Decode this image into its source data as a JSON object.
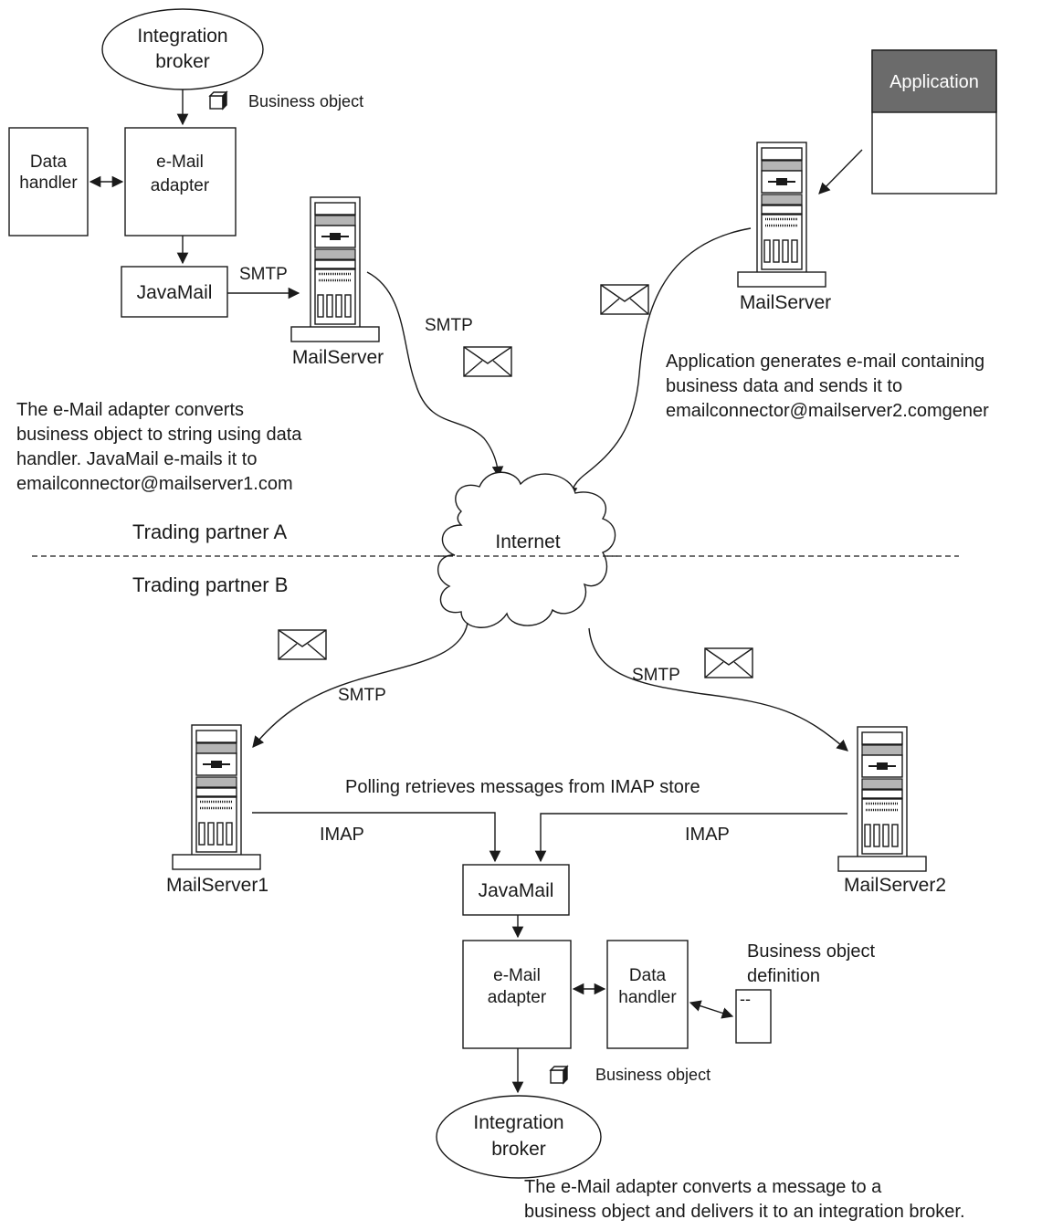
{
  "top": {
    "broker": [
      "Integration",
      "broker"
    ],
    "business_object": "Business object",
    "data_handler": [
      "Data",
      "handler"
    ],
    "email_adapter": [
      "e-Mail",
      "adapter"
    ],
    "javamail": "JavaMail",
    "smtp_a": "SMTP",
    "smtp_b": "SMTP",
    "mailserver": "MailServer",
    "description": [
      "The e-Mail adapter converts",
      "business object to string using data",
      "handler.  JavaMail e-mails it to",
      "emailconnector@mailserver1.com"
    ]
  },
  "remote": {
    "application": "Application",
    "mailserver": "MailServer",
    "description": [
      "Application generates e-mail containing",
      "business data and sends it to",
      "emailconnector@mailserver2.comgener"
    ]
  },
  "network": {
    "internet": "Internet",
    "partner_a": "Trading partner A",
    "partner_b": "Trading partner B"
  },
  "bottom": {
    "smtp_left": "SMTP",
    "smtp_right": "SMTP",
    "polling": "Polling retrieves messages from IMAP store",
    "imap_left": "IMAP",
    "imap_right": "IMAP",
    "mailserver1": "MailServer1",
    "mailserver2": "MailServer2",
    "javamail": "JavaMail",
    "email_adapter": [
      "e-Mail",
      "adapter"
    ],
    "data_handler": [
      "Data",
      "handler"
    ],
    "bo_definition": [
      "Business object",
      "definition"
    ],
    "bo_definition_doc": "--",
    "business_object": "Business object",
    "broker": [
      "Integration",
      "broker"
    ],
    "description": [
      "The e-Mail adapter converts a message to a",
      "business object and delivers it to an integration broker."
    ]
  },
  "colors": {
    "ink": "#1a1a1a",
    "application_header": "#6b6b6b",
    "server_stripe": "#b5b5b5"
  }
}
